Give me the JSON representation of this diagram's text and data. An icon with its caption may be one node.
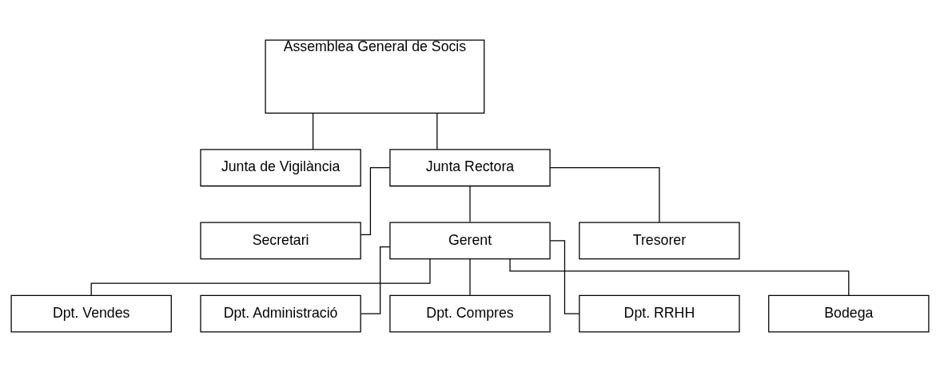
{
  "diagram": {
    "nodes": [
      {
        "text": [
          "Assemblea General de Socis"
        ]
      },
      {
        "text": [
          "Junta de Vigilància"
        ]
      },
      {
        "text": [
          "Junta Rectora"
        ]
      },
      {
        "text": [
          "Secretari"
        ]
      },
      {
        "text": [
          "Gerent"
        ]
      },
      {
        "text": [
          "Tresorer"
        ]
      },
      {
        "text": [
          "Dpt. Vendes"
        ]
      },
      {
        "text": [
          "Dpt. Administració"
        ]
      },
      {
        "text": [
          "Dpt. Compres"
        ]
      },
      {
        "text": [
          "Dpt. RRHH"
        ]
      },
      {
        "text": [
          "Bodega"
        ]
      }
    ],
    "edges": [
      {
        "from": 0,
        "to": 1,
        "arrow": "none"
      },
      {
        "from": 0,
        "to": 2,
        "arrow": "none"
      },
      {
        "from": 2,
        "to": 3,
        "arrow": "none"
      },
      {
        "from": 2,
        "to": 4,
        "arrow": "none"
      },
      {
        "from": 2,
        "to": 5,
        "arrow": "none"
      },
      {
        "from": 4,
        "to": 6,
        "arrow": "none"
      },
      {
        "from": 4,
        "to": 7,
        "arrow": "none"
      },
      {
        "from": 4,
        "to": 8,
        "arrow": "none"
      },
      {
        "from": 4,
        "to": 9,
        "arrow": "none"
      },
      {
        "from": 4,
        "to": 10,
        "arrow": "none"
      }
    ]
  }
}
